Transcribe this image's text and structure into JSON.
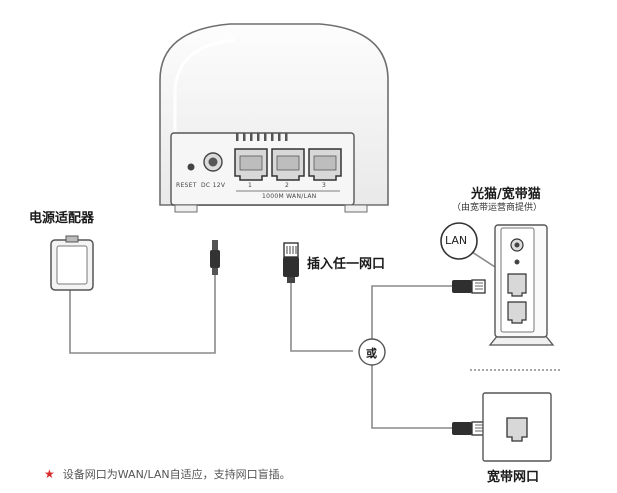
{
  "router_ports": {
    "reset": "RESET",
    "dc_in": "DC 12V",
    "port_numbers": [
      "1",
      "2",
      "3"
    ],
    "ports_caption": "1000M WAN/LAN"
  },
  "labels": {
    "power_adapter": "电源适配器",
    "plug_any_port": "插入任一网口",
    "modem_title": "光猫/宽带猫",
    "modem_subtitle": "（由宽带运营商提供）",
    "lan": "LAN",
    "or": "或",
    "wall_port": "宽带网口"
  },
  "footnote": {
    "star": "★",
    "text": "设备网口为WAN/LAN自适应，支持网口盲插。"
  },
  "colors": {
    "line": "#8a8a8a",
    "outline": "#4a4a4a",
    "star": "#d72b2b"
  },
  "icons": [
    "router-icon",
    "power-adapter-icon",
    "dc-plug-icon",
    "ethernet-plug-icon",
    "optical-modem-icon",
    "wall-socket-icon",
    "star-icon"
  ]
}
